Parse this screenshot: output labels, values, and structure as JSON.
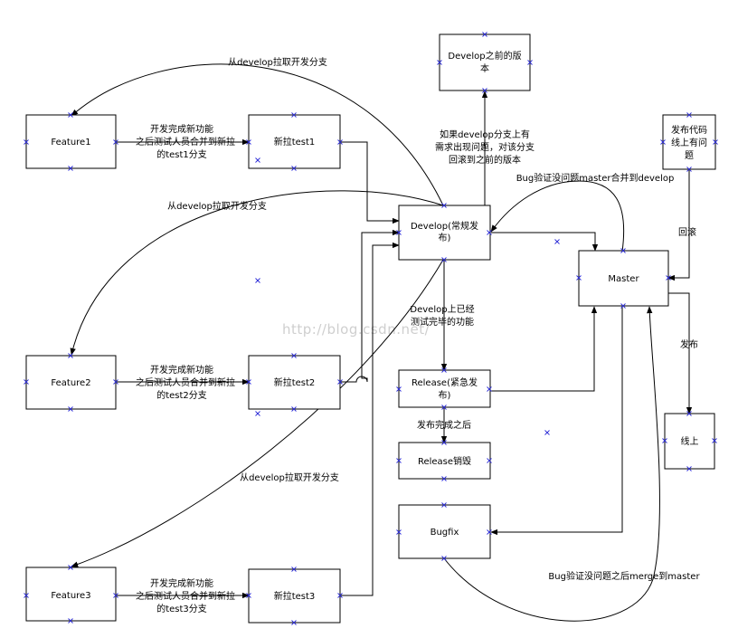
{
  "boxes": {
    "feature1": "Feature1",
    "feature2": "Feature2",
    "feature3": "Feature3",
    "test1": "新拉test1",
    "test2": "新拉test2",
    "test3": "新拉test3",
    "develop": [
      "Develop(常规发",
      "布)"
    ],
    "develop_prev": [
      "Develop之前的版",
      "本"
    ],
    "release": [
      "Release(紧急发",
      "布)"
    ],
    "release_destroy": "Release销毁",
    "bugfix": "Bugfix",
    "master": "Master",
    "online": "线上",
    "online_issue": [
      "发布代码",
      "线上有问",
      "题"
    ]
  },
  "labels": {
    "pull_develop_1": "从develop拉取开发分支",
    "pull_develop_2": "从develop拉取开发分支",
    "pull_develop_3": "从develop拉取开发分支",
    "feature_done_1": [
      "开发完成新功能",
      "之后测试人员合并到新拉",
      "的test1分支"
    ],
    "feature_done_2": [
      "开发完成新功能",
      "之后测试人员合并到新拉",
      "的test2分支"
    ],
    "feature_done_3": [
      "开发完成新功能",
      "之后测试人员合并到新拉",
      "的test3分支"
    ],
    "rollback_develop": [
      "如果develop分支上有",
      "需求出现问题，对该分支",
      "回滚到之前的版本"
    ],
    "bug_master_to_develop": "Bug验证没问题master合并到develop",
    "rollback": "回滚",
    "develop_tested": [
      "Develop上已经",
      "测试完毕的功能"
    ],
    "release_done": "发布完成之后",
    "publish": "发布",
    "bug_merge_master": "Bug验证没问题之后merge到master"
  },
  "watermark": "http://blog.csdn.net/",
  "colors": {
    "stroke": "#000000",
    "marker": "#2b2bd6",
    "watermark": "#cfcfcf"
  }
}
